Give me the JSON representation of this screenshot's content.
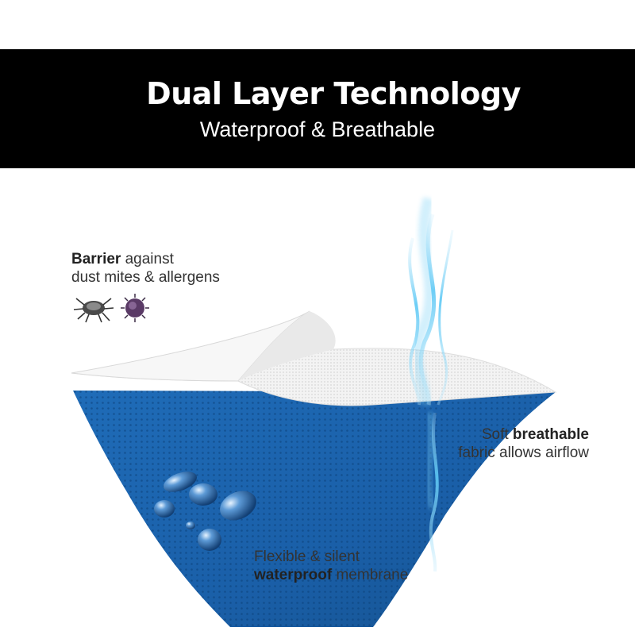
{
  "banner": {
    "title": "Dual Layer Technology",
    "subtitle": "Waterproof & Breathable"
  },
  "callouts": {
    "barrier": {
      "line1_bold": "Barrier",
      "line1_rest": " against",
      "line2": "dust mites & allergens"
    },
    "breathable": {
      "line1_pre": "Soft ",
      "line1_bold": "breathable",
      "line2": "fabric allows airflow"
    },
    "waterproof": {
      "line1": "Flexible & silent",
      "line2_bold": "waterproof",
      "line2_rest": " membrane"
    }
  },
  "icons": [
    "dust-mite-icon",
    "allergen-pollen-icon",
    "water-droplet-icon",
    "airflow-icon"
  ],
  "colors": {
    "banner": "#000000",
    "fabric_blue": "#1a64b0",
    "membrane_white": "#f2f2f2",
    "airflow": "#5cc8f5",
    "text": "#333333"
  }
}
